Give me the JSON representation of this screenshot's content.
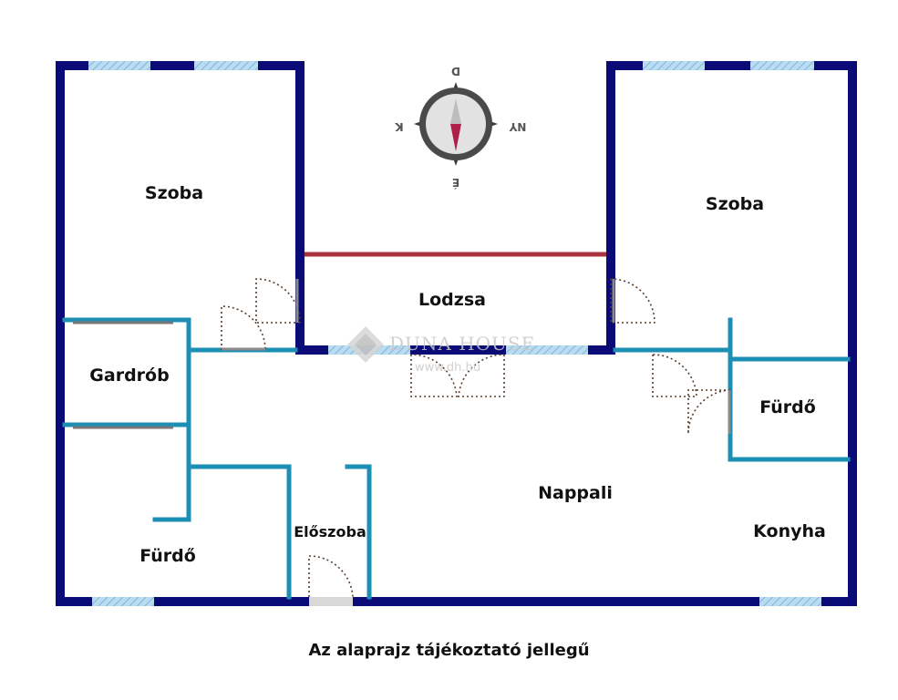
{
  "rooms": {
    "szoba_left": "Szoba",
    "szoba_right": "Szoba",
    "lodzsa": "Lodzsa",
    "gardrob": "Gardrób",
    "furdo_right": "Fürdő",
    "furdo_left": "Fürdő",
    "nappali": "Nappali",
    "konyha": "Konyha",
    "eloszoba": "Előszoba"
  },
  "compass": {
    "top": "D",
    "bottom": "É",
    "left": "K",
    "right": "NY"
  },
  "watermark": {
    "brand": "DUNA HOUSE",
    "url": "www.dh.hu"
  },
  "footer_note": "Az alaprajz tájékoztató jellegű",
  "colors": {
    "outer_wall": "#0b0b78",
    "inner_wall": "#1e8fb4",
    "window": "#9ccbe6",
    "loggia_railing": "#a8323e",
    "door_swing": "#5a3d2b"
  }
}
